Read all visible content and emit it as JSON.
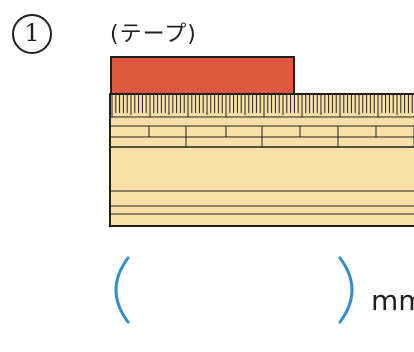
{
  "problem": {
    "number": "1",
    "tape_label": "(テープ)",
    "unit": "mm"
  },
  "colors": {
    "tape": "#e05840",
    "ruler": "#f7e1a6",
    "ink": "#231f20",
    "bracket": "#2f8fcf"
  }
}
